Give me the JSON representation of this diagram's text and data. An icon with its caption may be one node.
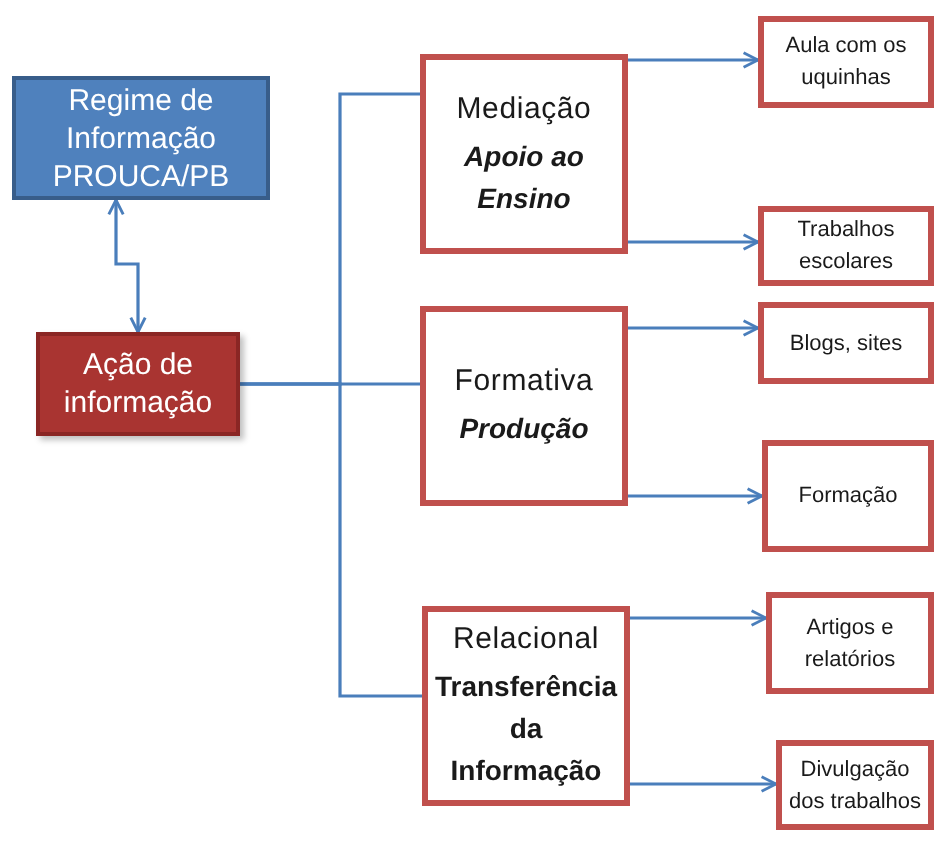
{
  "diagram": {
    "nodes": [
      {
        "text": [
          "Regime de Informação PROUCA/PB"
        ]
      },
      {
        "text": [
          "Ação de informação"
        ]
      },
      {
        "text": [
          "Mediação",
          "Apoio ao Ensino"
        ]
      },
      {
        "text": [
          "Aula com os uquinhas"
        ]
      },
      {
        "text": [
          "Trabalhos escolares"
        ]
      },
      {
        "text": [
          "Formativa",
          "Produção"
        ]
      },
      {
        "text": [
          "Blogs, sites"
        ]
      },
      {
        "text": [
          "Formação"
        ]
      },
      {
        "text": [
          "Relacional",
          "Transferência da Informação"
        ]
      },
      {
        "text": [
          "Artigos e relatórios"
        ]
      },
      {
        "text": [
          "Divulgação dos trabalhos"
        ]
      }
    ],
    "edges": [
      {
        "from": 0,
        "to": 1,
        "arrow": "both"
      },
      {
        "from": 1,
        "to": 2,
        "arrow": "none"
      },
      {
        "from": 1,
        "to": 5,
        "arrow": "none"
      },
      {
        "from": 1,
        "to": 8,
        "arrow": "none"
      },
      {
        "from": 2,
        "to": 3,
        "arrow": "to"
      },
      {
        "from": 2,
        "to": 4,
        "arrow": "to"
      },
      {
        "from": 5,
        "to": 6,
        "arrow": "to"
      },
      {
        "from": 5,
        "to": 7,
        "arrow": "to"
      },
      {
        "from": 8,
        "to": 9,
        "arrow": "to"
      },
      {
        "from": 8,
        "to": 10,
        "arrow": "to"
      }
    ]
  }
}
